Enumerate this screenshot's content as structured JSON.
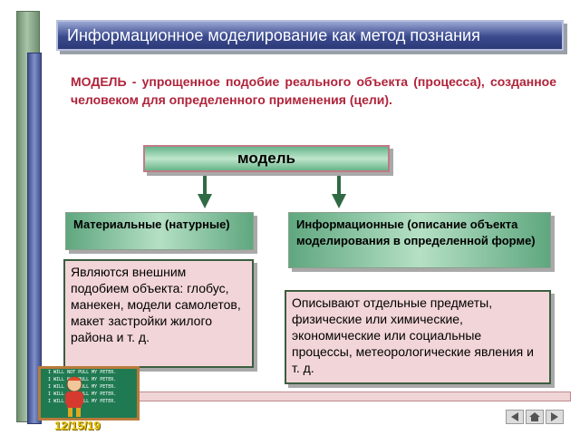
{
  "slide": {
    "title": "Информационное моделирование как метод познания",
    "definition": "МОДЕЛЬ - упрощенное подобие реального объекта (процесса), созданное человеком для определенного применения (цели).",
    "model_label": "модель",
    "categories": [
      {
        "label": "Материальные (натурные)",
        "description": "Являются внешним подобием объекта: глобус, манекен, модели самолетов, макет застройки жилого района и т. д."
      },
      {
        "label": "Информационные (описание объекта моделирования в определенной форме)",
        "description": "Описывают отдельные предметы, физические или химические, экономические или социальные процессы, метеорологические явления и т. д."
      }
    ],
    "board_lines": [
      "I WILL NOT PULL MY PETER.",
      "I WILL NOT PULL MY PETER.",
      "I WILL NOT PULL MY PETER.",
      "I WILL NOT PULL MY PETER.",
      "I WILL NOT PULL MY PETER."
    ],
    "slide_number": "12/15/19"
  },
  "nav": {
    "prev_icon": "arrow-left-icon",
    "home_icon": "home-icon",
    "next_icon": "arrow-right-icon"
  },
  "colors": {
    "title_bg": "#2c3a78",
    "definition_text": "#b0233a",
    "green_box": "#66b58a",
    "pink_box": "#f2d5d8",
    "arrow": "#2f6a44"
  }
}
